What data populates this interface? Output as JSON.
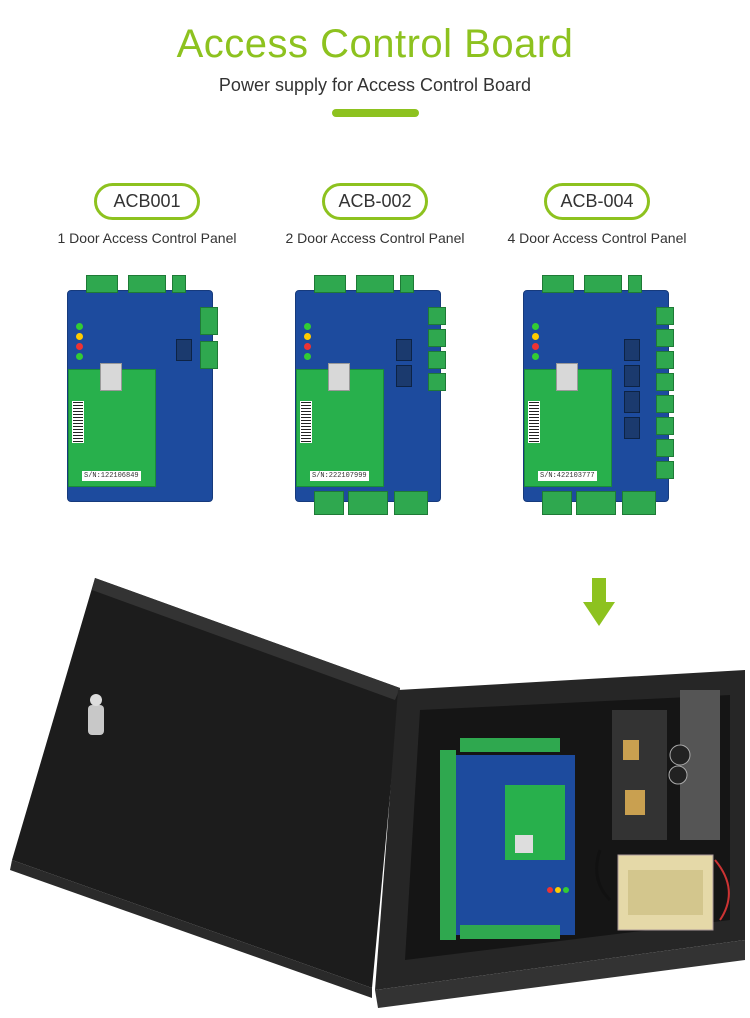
{
  "header": {
    "title": "Access Control Board",
    "subtitle": "Power supply for Access Control Board"
  },
  "products": [
    {
      "model": "ACB001",
      "caption": "1 Door Access Control Panel",
      "serial": "S/N:122106849",
      "relays": 1
    },
    {
      "model": "ACB-002",
      "caption": "2 Door Access Control Panel",
      "serial": "S/N:222107999",
      "relays": 2
    },
    {
      "model": "ACB-004",
      "caption": "4 Door Access Control Panel",
      "serial": "S/N:422103777",
      "relays": 4
    }
  ],
  "colors": {
    "accent": "#8dc21f",
    "board": "#1d4b9e",
    "terminal": "#2fa84f",
    "enclosure": "#1f1f1f"
  }
}
